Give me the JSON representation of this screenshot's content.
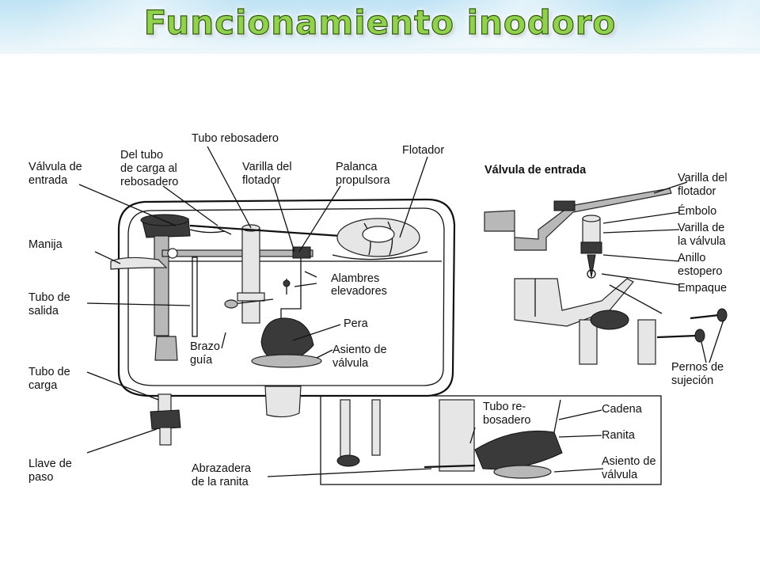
{
  "title": "Funcionamiento inodoro",
  "labels": {
    "valvula_entrada_1": "Válvula de",
    "valvula_entrada_2": "entrada",
    "del_tubo_1": "Del tubo",
    "del_tubo_2": "de carga al",
    "del_tubo_3": "rebosadero",
    "tubo_rebosadero": "Tubo rebosadero",
    "varilla_flotador_1": "Varilla del",
    "varilla_flotador_2": "flotador",
    "palanca_1": "Palanca",
    "palanca_2": "propulsora",
    "flotador": "Flotador",
    "manija": "Manija",
    "alambres_1": "Alambres",
    "alambres_2": "elevadores",
    "tubo_salida_1": "Tubo de",
    "tubo_salida_2": "salida",
    "pera": "Pera",
    "brazo_1": "Brazo",
    "brazo_2": "guía",
    "asiento_1": "Asiento de",
    "asiento_2": "válvula",
    "tubo_carga_1": "Tubo de",
    "tubo_carga_2": "carga",
    "llave_1": "Llave de",
    "llave_2": "paso"
  },
  "valve_detail": {
    "heading": "Válvula de entrada",
    "varilla_flotador_1": "Varilla del",
    "varilla_flotador_2": "flotador",
    "embolo": "Émbolo",
    "varilla_valvula_1": "Varilla de",
    "varilla_valvula_2": "la válvula",
    "anillo_1": "Anillo",
    "anillo_2": "estopero",
    "empaque": "Empaque",
    "pernos_1": "Pernos de",
    "pernos_2": "sujeción"
  },
  "flapper_detail": {
    "tubo_rebosadero_1": "Tubo re-",
    "tubo_rebosadero_2": "bosadero",
    "cadena": "Cadena",
    "ranita": "Ranita",
    "asiento_1": "Asiento de",
    "asiento_2": "válvula",
    "abrazadera_1": "Abrazadera",
    "abrazadera_2": "de la ranita"
  }
}
